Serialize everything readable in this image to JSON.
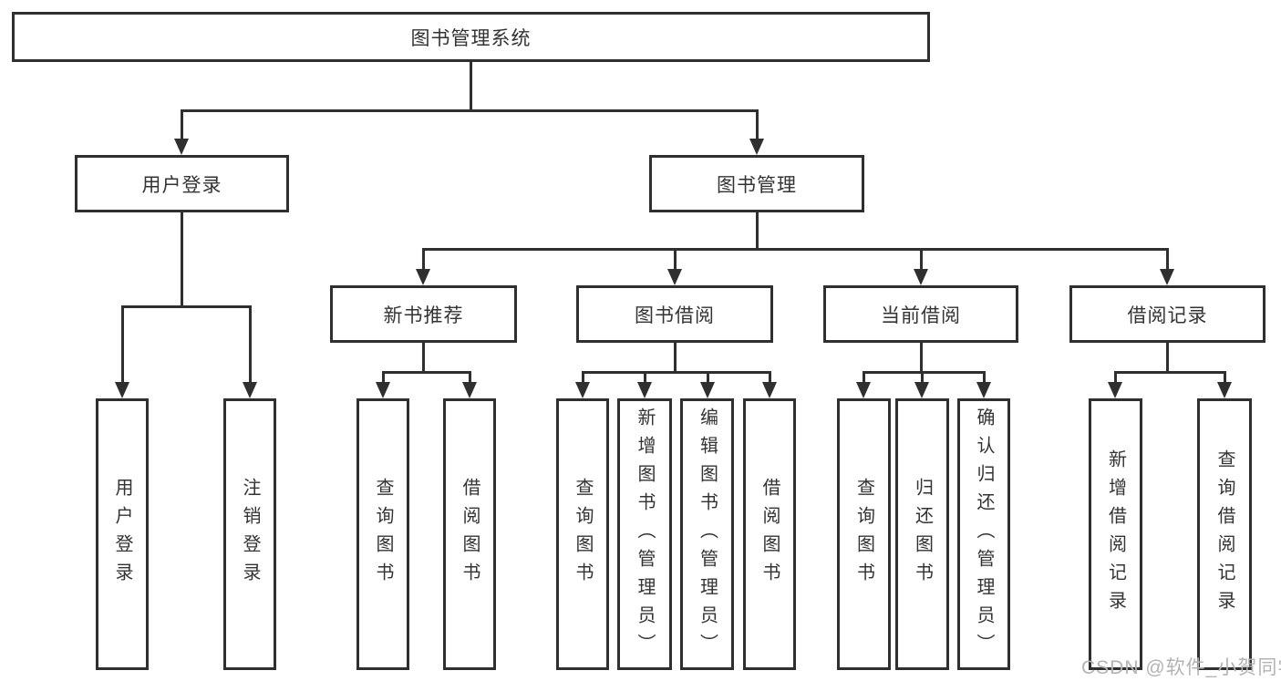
{
  "diagram": {
    "root": "图书管理系统",
    "level2": [
      {
        "label": "用户登录",
        "leaves": [
          "用户登录",
          "注销登录"
        ]
      },
      {
        "label": "图书管理",
        "groups": [
          {
            "label": "新书推荐",
            "leaves": [
              "查询图书",
              "借阅图书"
            ]
          },
          {
            "label": "图书借阅",
            "leaves": [
              "查询图书",
              "新增图书（管理员）",
              "编辑图书（管理员）",
              "借阅图书"
            ]
          },
          {
            "label": "当前借阅",
            "leaves": [
              "查询图书",
              "归还图书",
              "确认归还（管理员）"
            ]
          },
          {
            "label": "借阅记录",
            "leaves": [
              "新增借阅记录",
              "查询借阅记录"
            ]
          }
        ]
      }
    ]
  },
  "watermark": "CSDN @软件_小贺同学",
  "colors": {
    "line": "#2f2f2f",
    "text": "#333333",
    "box_bg": "#ffffff",
    "watermark": "#b3b3b3",
    "page_bg": "#ffffff"
  }
}
